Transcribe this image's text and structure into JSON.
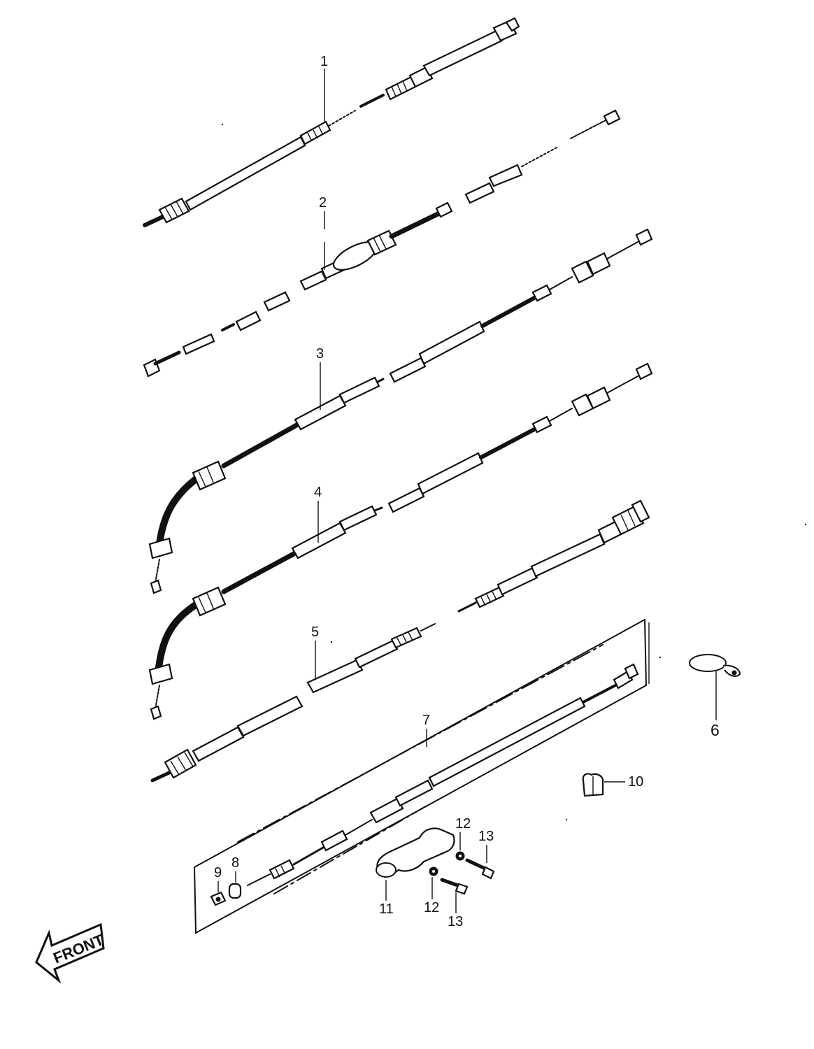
{
  "diagram": {
    "callouts": [
      {
        "id": "c1",
        "text": "1"
      },
      {
        "id": "c2",
        "text": "2"
      },
      {
        "id": "c3",
        "text": "3"
      },
      {
        "id": "c4",
        "text": "4"
      },
      {
        "id": "c5",
        "text": "5"
      },
      {
        "id": "c6",
        "text": "6"
      },
      {
        "id": "c7",
        "text": "7"
      },
      {
        "id": "c8",
        "text": "8"
      },
      {
        "id": "c9",
        "text": "9"
      },
      {
        "id": "c10",
        "text": "10"
      },
      {
        "id": "c11",
        "text": "11"
      },
      {
        "id": "c12a",
        "text": "12"
      },
      {
        "id": "c12b",
        "text": "12"
      },
      {
        "id": "c13a",
        "text": "13"
      },
      {
        "id": "c13b",
        "text": "13"
      }
    ],
    "front_arrow_label": "FRONT"
  }
}
